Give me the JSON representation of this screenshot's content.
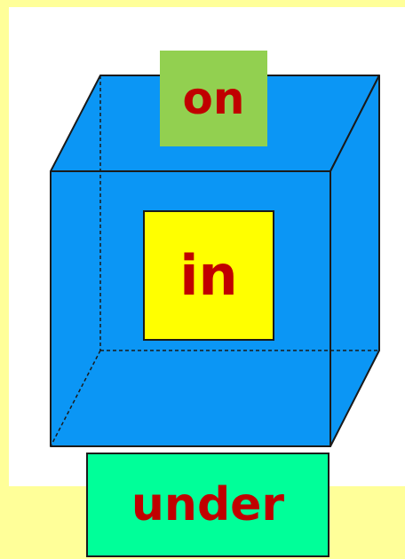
{
  "colors": {
    "page_background": "#ffff99",
    "panel_background": "#ffffff",
    "cube_fill": "#0b96f5",
    "cube_outline": "#1a1a1a",
    "label_text": "#c00000",
    "on_box": "#92d050",
    "in_box": "#ffff00",
    "under_box": "#00ff99"
  },
  "labels": {
    "on": "on",
    "in": "in",
    "under": "under"
  }
}
